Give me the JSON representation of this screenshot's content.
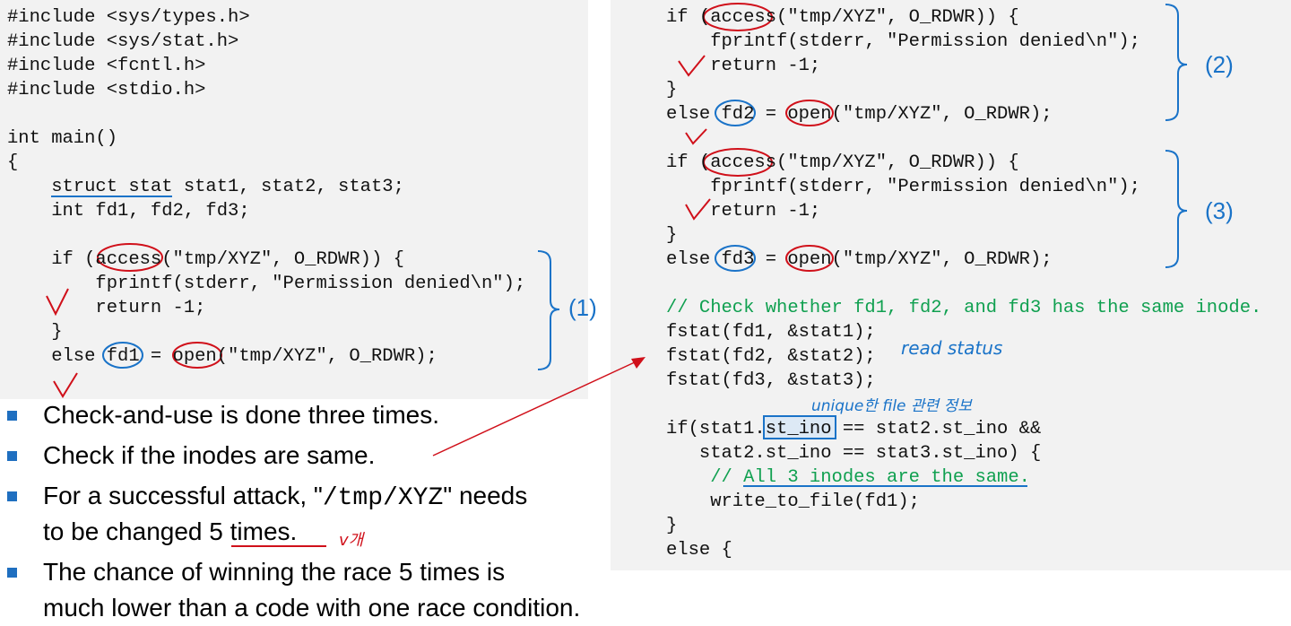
{
  "left_code": [
    "#include <sys/types.h>",
    "#include <sys/stat.h>",
    "#include <fcntl.h>",
    "#include <stdio.h>",
    "",
    "int main()",
    "{",
    "    struct stat stat1, stat2, stat3;",
    "    int fd1, fd2, fd3;",
    "",
    "    if (access(\"tmp/XYZ\", O_RDWR)) {",
    "        fprintf(stderr, \"Permission denied\\n\");",
    "        return -1;",
    "    }",
    "    else fd1 = open(\"tmp/XYZ\", O_RDWR);"
  ],
  "right_code": [
    "if (access(\"tmp/XYZ\", O_RDWR)) {",
    "    fprintf(stderr, \"Permission denied\\n\");",
    "    return -1;",
    "}",
    "else fd2 = open(\"tmp/XYZ\", O_RDWR);",
    "",
    "if (access(\"tmp/XYZ\", O_RDWR)) {",
    "    fprintf(stderr, \"Permission denied\\n\");",
    "    return -1;",
    "}",
    "else fd3 = open(\"tmp/XYZ\", O_RDWR);",
    "",
    "// Check whether fd1, fd2, and fd3 has the same inode.",
    "fstat(fd1, &stat1);",
    "fstat(fd2, &stat2);",
    "fstat(fd3, &stat3);",
    "",
    "if(stat1.st_ino == stat2.st_ino &&",
    "   stat2.st_ino == stat3.st_ino) {",
    "    // All 3 inodes are the same.",
    "    write_to_file(fd1);",
    "}",
    "else {"
  ],
  "brackets": {
    "b1": "(1)",
    "b2": "(2)",
    "b3": "(3)"
  },
  "bullets": {
    "b1": "Check-and-use is done three times.",
    "b2": "Check if the inodes are same.",
    "b3_pre": "For a successful attack, \"",
    "b3_mono": "/tmp/XYZ",
    "b3_post": "\" needs",
    "b3_line2_pre": "to be changed ",
    "b3_line2_u": "5 times",
    "b3_line2_post": ".",
    "b4_line1": "The chance of winning the race 5 times is",
    "b4_line2": "much lower than a code with one race condition."
  },
  "annotations": {
    "read_status": "read status",
    "unique_info": "unique한 file 관련 정보",
    "v_note": "v개"
  },
  "colors": {
    "blue": "#1a73c8",
    "red": "#d0101a",
    "green": "#10a050",
    "panel": "#f2f2f2"
  }
}
